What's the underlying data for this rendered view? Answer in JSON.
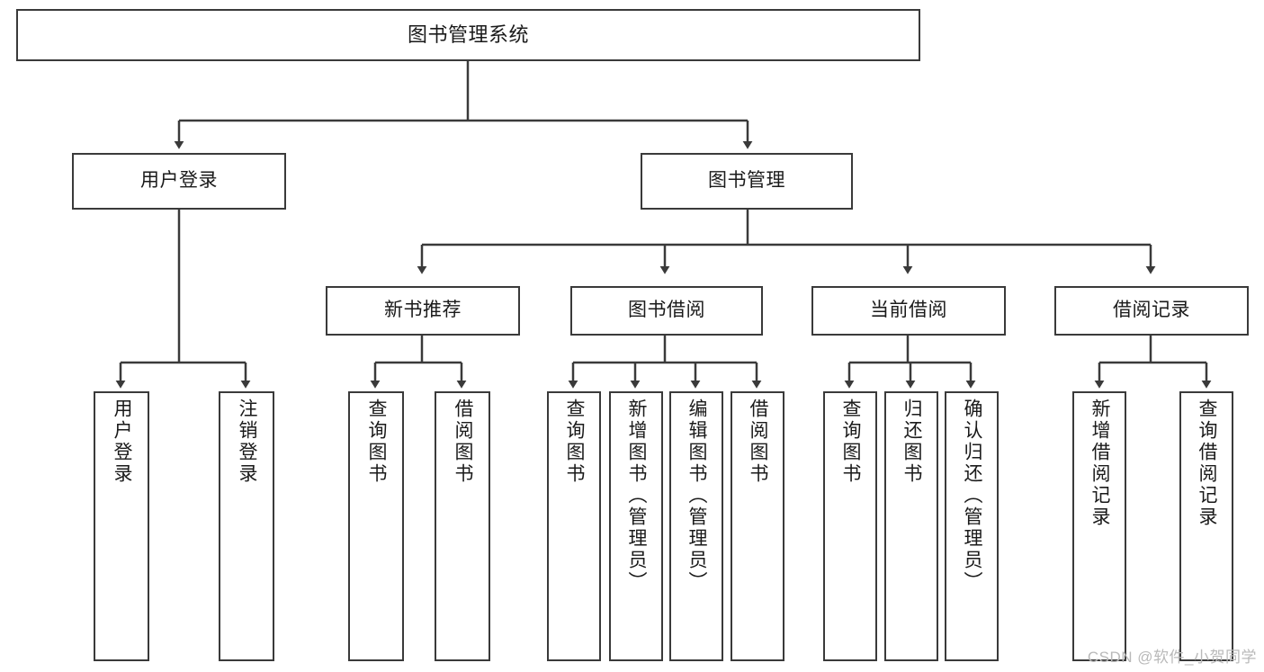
{
  "diagram": {
    "title": "图书管理系统",
    "type": "tree-hierarchy",
    "levels": 4,
    "root": {
      "id": "root",
      "label": "图书管理系统"
    },
    "level2": [
      {
        "id": "user-login",
        "label": "用户登录"
      },
      {
        "id": "book-management",
        "label": "图书管理"
      }
    ],
    "level3": [
      {
        "id": "new-book-recommend",
        "label": "新书推荐",
        "parent": "book-management"
      },
      {
        "id": "book-borrow",
        "label": "图书借阅",
        "parent": "book-management"
      },
      {
        "id": "current-borrow",
        "label": "当前借阅",
        "parent": "book-management"
      },
      {
        "id": "borrow-record",
        "label": "借阅记录",
        "parent": "book-management"
      }
    ],
    "leaves": [
      {
        "id": "leaf-user-login",
        "label": "用户登录",
        "parent": "user-login"
      },
      {
        "id": "leaf-logout",
        "label": "注销登录",
        "parent": "user-login"
      },
      {
        "id": "leaf-query-book-1",
        "label": "查询图书",
        "parent": "new-book-recommend"
      },
      {
        "id": "leaf-borrow-book-1",
        "label": "借阅图书",
        "parent": "new-book-recommend"
      },
      {
        "id": "leaf-query-book-2",
        "label": "查询图书",
        "parent": "book-borrow"
      },
      {
        "id": "leaf-add-book",
        "label": "新增图书（管理员）",
        "parent": "book-borrow"
      },
      {
        "id": "leaf-edit-book",
        "label": "编辑图书（管理员）",
        "parent": "book-borrow"
      },
      {
        "id": "leaf-borrow-book-2",
        "label": "借阅图书",
        "parent": "book-borrow"
      },
      {
        "id": "leaf-query-book-3",
        "label": "查询图书",
        "parent": "current-borrow"
      },
      {
        "id": "leaf-return-book",
        "label": "归还图书",
        "parent": "current-borrow"
      },
      {
        "id": "leaf-confirm-return",
        "label": "确认归还（管理员）",
        "parent": "current-borrow"
      },
      {
        "id": "leaf-add-record",
        "label": "新增借阅记录",
        "parent": "borrow-record"
      },
      {
        "id": "leaf-query-record",
        "label": "查询借阅记录",
        "parent": "borrow-record"
      }
    ]
  },
  "watermark": {
    "text": "CSDN @软件_小贺同学"
  },
  "colors": {
    "stroke": "#3a3a3a",
    "background": "#ffffff",
    "text": "#1a1a1a",
    "watermark": "#b9b9b9"
  }
}
